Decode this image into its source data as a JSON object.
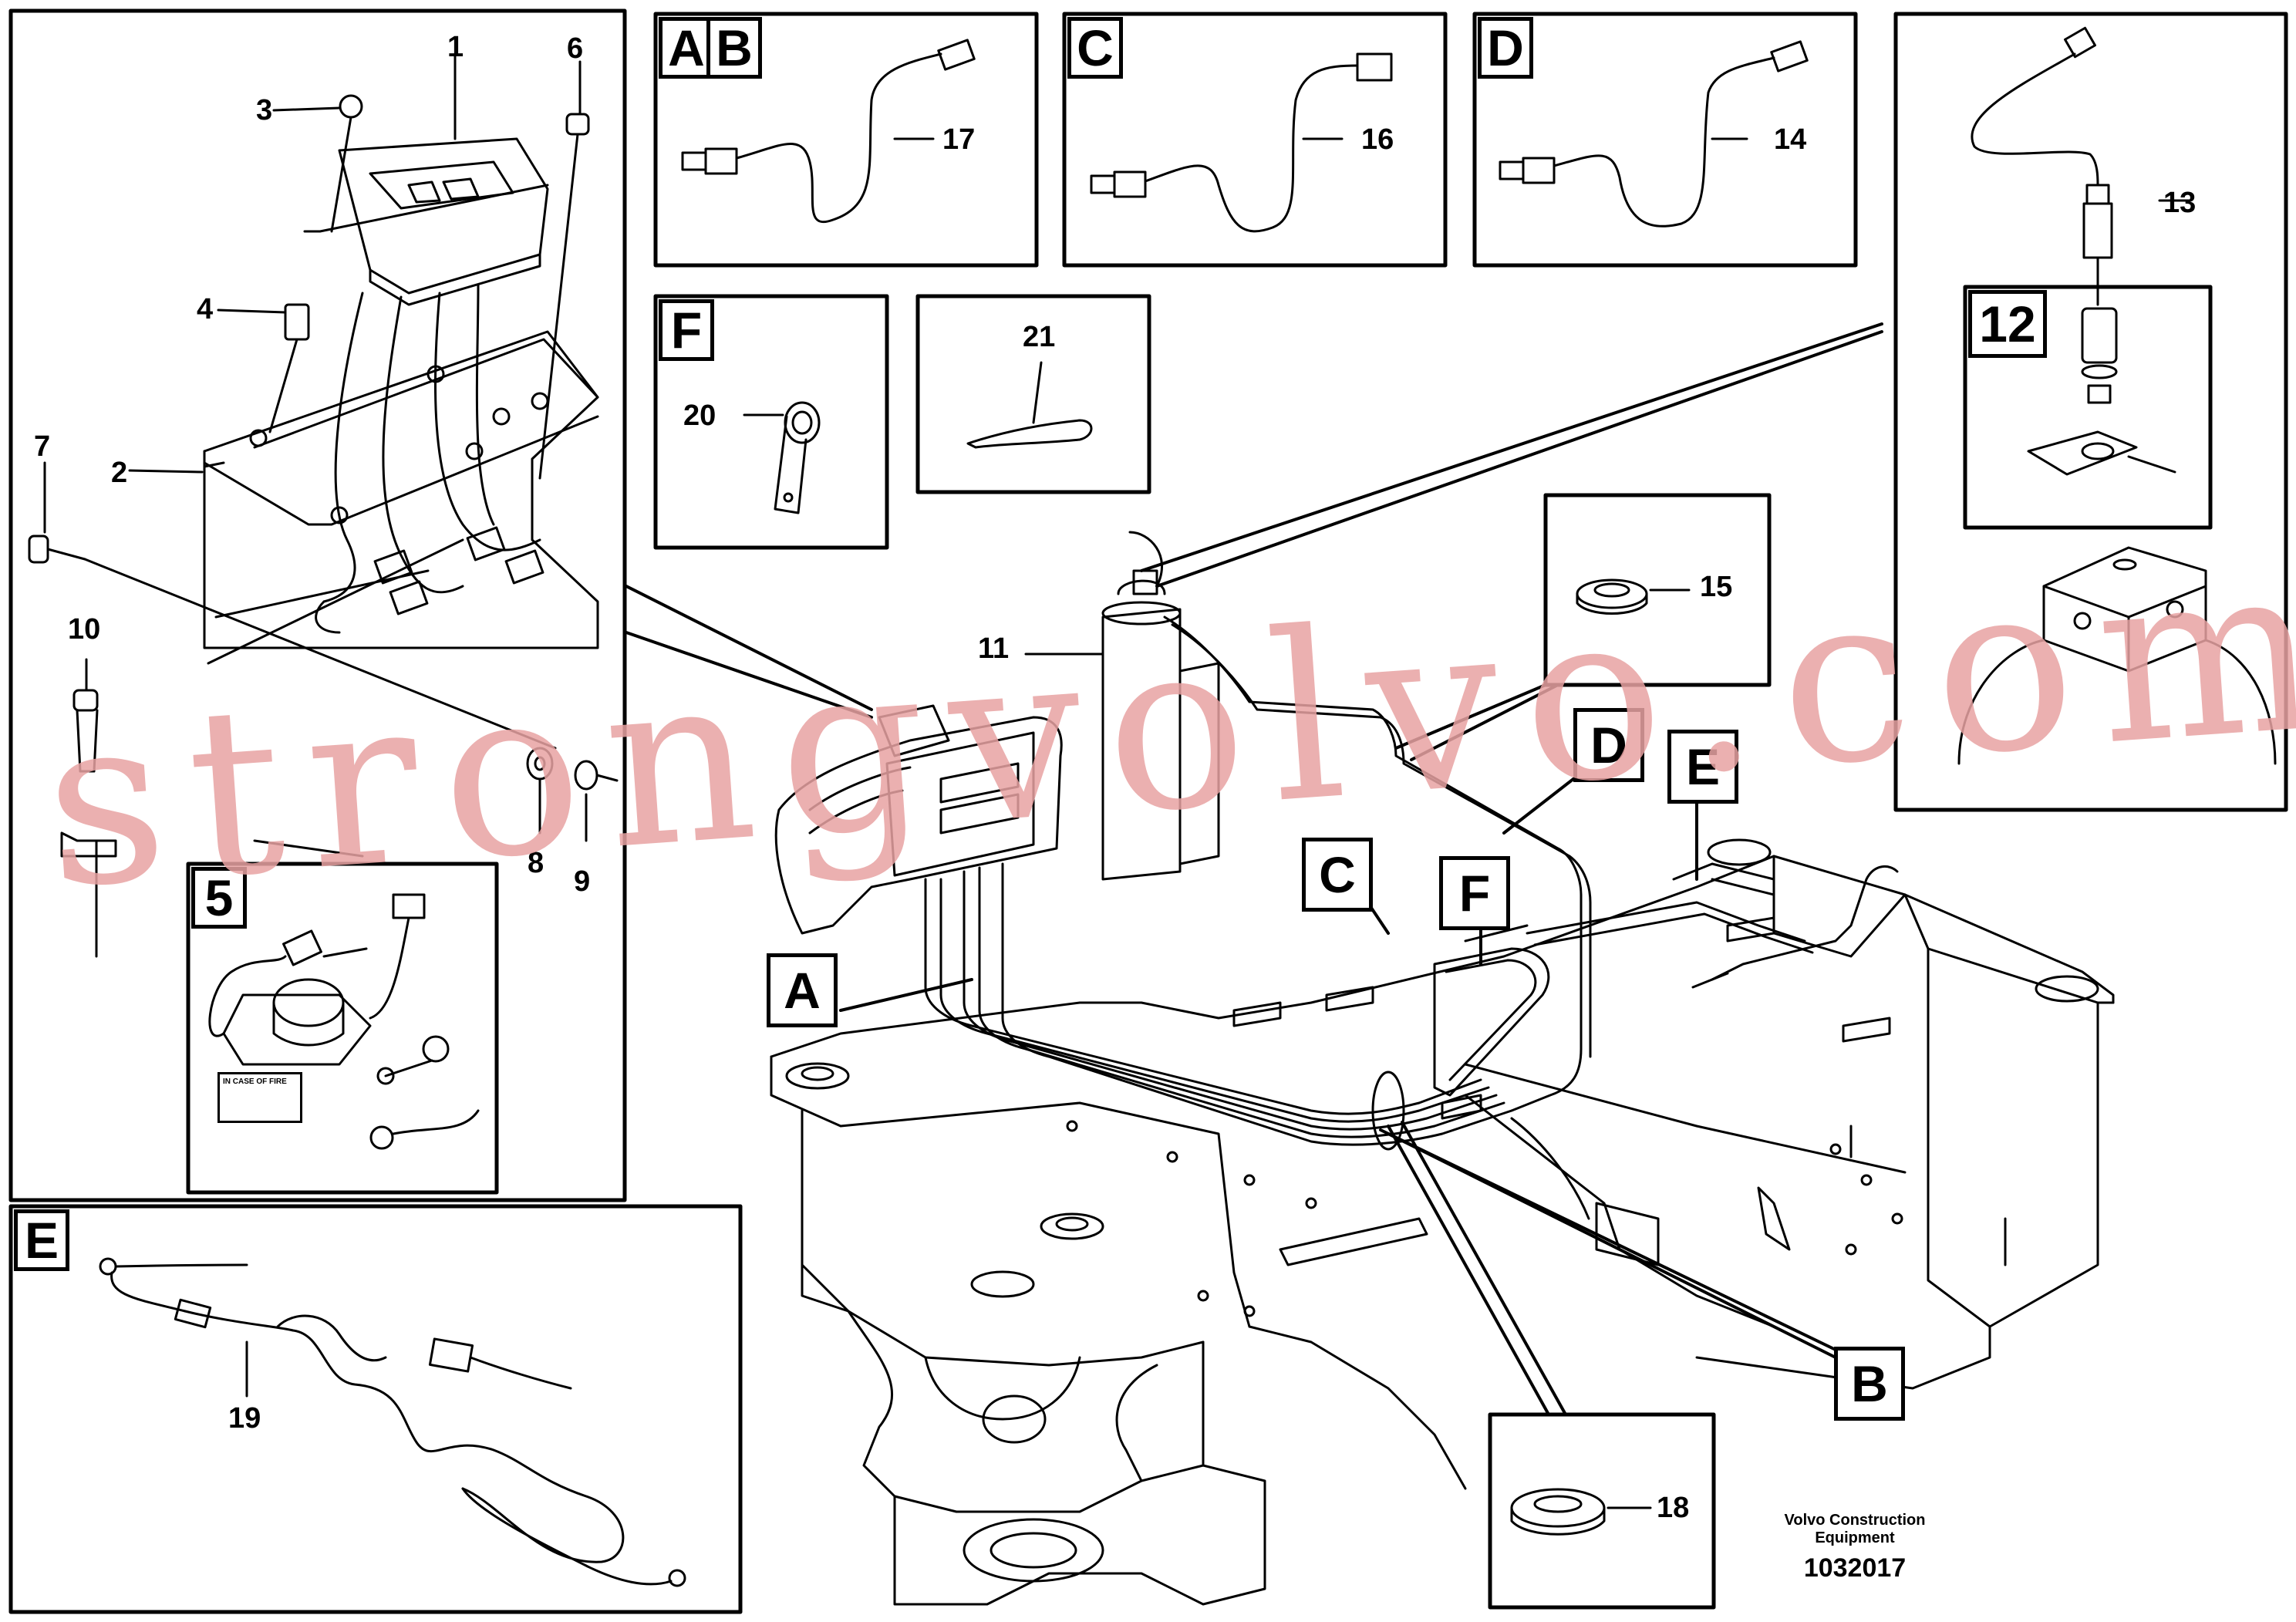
{
  "callouts": {
    "n1": "1",
    "n2": "2",
    "n3": "3",
    "n4": "4",
    "n5": "5",
    "n6": "6",
    "n7": "7",
    "n8": "8",
    "n9": "9",
    "n10": "10",
    "n11": "11",
    "n12": "12",
    "n13": "13",
    "n14": "14",
    "n15": "15",
    "n16": "16",
    "n17": "17",
    "n18": "18",
    "n19": "19",
    "n20": "20",
    "n21": "21"
  },
  "views": {
    "A": "A",
    "B": "B",
    "C": "C",
    "D": "D",
    "E": "E",
    "F": "F"
  },
  "plate_text": "IN CASE OF FIRE",
  "footer": {
    "company_line1": "Volvo Construction",
    "company_line2": "Equipment",
    "drawing_number": "1032017"
  },
  "watermark": "strongvolvo.com",
  "colors": {
    "line": "#000000",
    "watermark": "#e8a3a3",
    "background": "#ffffff"
  }
}
